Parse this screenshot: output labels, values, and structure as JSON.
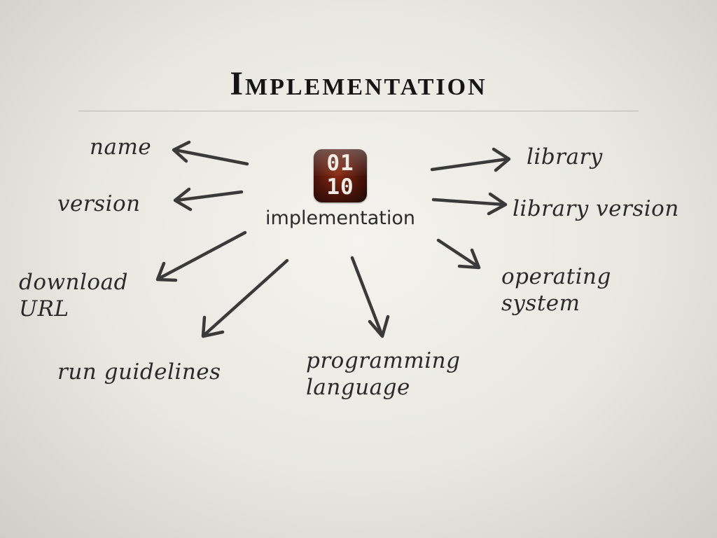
{
  "title": "Implementation",
  "center": {
    "icon_digits_top": "01",
    "icon_digits_bottom": "10",
    "label": "implementation"
  },
  "nodes": {
    "name": "name",
    "version": "version",
    "download_url_line1": "download",
    "download_url_line2": "URL",
    "run_guidelines": "run guidelines",
    "programming_language_line1": "programming",
    "programming_language_line2": "language",
    "library": "library",
    "library_version": "library version",
    "operating_system_line1": "operating",
    "operating_system_line2": "system"
  },
  "colors": {
    "ink": "#2a2a2a",
    "icon_red": "#8a2a12"
  }
}
